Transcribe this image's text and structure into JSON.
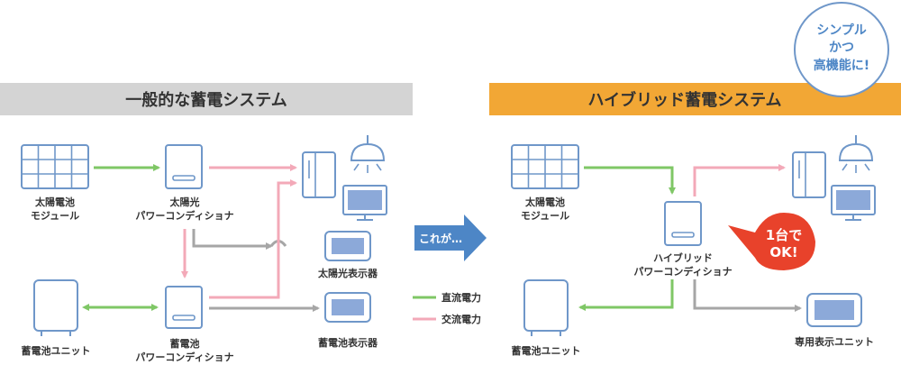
{
  "left": {
    "title": "一般的な蓄電システム",
    "solar_module": [
      "太陽電池",
      "モジュール"
    ],
    "solar_pcs": [
      "太陽光",
      "パワーコンディショナ"
    ],
    "solar_display": "太陽光表示器",
    "battery_unit": "蓄電池ユニット",
    "battery_pcs": [
      "蓄電池",
      "パワーコンディショナ"
    ],
    "battery_display": "蓄電池表示器"
  },
  "center": {
    "arrow_label": "これが…",
    "legend": {
      "dc": "直流電力",
      "ac": "交流電力"
    }
  },
  "right": {
    "title": "ハイブリッド蓄電システム",
    "badge": [
      "シンプル",
      "かつ",
      "高機能に!"
    ],
    "solar_module": [
      "太陽電池",
      "モジュール"
    ],
    "hybrid_pcs": [
      "ハイブリッド",
      "パワーコンディショナ"
    ],
    "callout": [
      "1台で",
      "OK!"
    ],
    "battery_unit": "蓄電池ユニット",
    "display": "専用表示ユニット"
  },
  "colors": {
    "green": "#7fc766",
    "pink": "#f3a9b8",
    "gray": "#a6a6a6",
    "blue_line": "#6f97c9",
    "blue_fill": "#8ca9d9",
    "orange": "#f2a735",
    "red": "#e8422b",
    "header_gray": "#d4d4d4"
  }
}
